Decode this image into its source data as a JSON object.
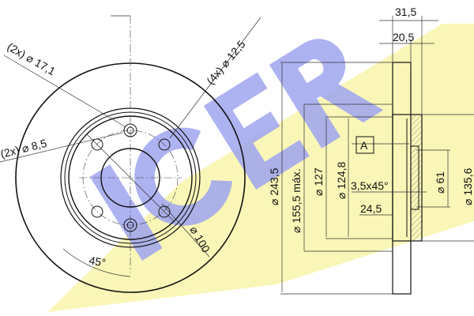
{
  "logo": {
    "text": "ICER",
    "yellow": "#f8f3a0",
    "blue": "#7f86ea"
  },
  "front_view": {
    "dims": {
      "hole_17_1": "(2x) ⌀ 17,1",
      "hole_12_5": "(4x) ⌀ 12,5",
      "hole_8_5": "(2x) ⌀ 8,5",
      "bolt_circle": "⌀ 100",
      "angle": "45°"
    }
  },
  "side_view": {
    "dims": {
      "width_total": "31,5",
      "thickness": "20,5",
      "outer_diameter": "⌀ 243,5",
      "max_diameter": "⌀ 155,5 máx.",
      "d127": "⌀ 127",
      "d124_8": "⌀ 124,8",
      "chamfer": "3,5x45°",
      "depth": "24,5",
      "bore": "⌀ 61",
      "hub": "⌀ 135,6",
      "datum": "A"
    }
  }
}
